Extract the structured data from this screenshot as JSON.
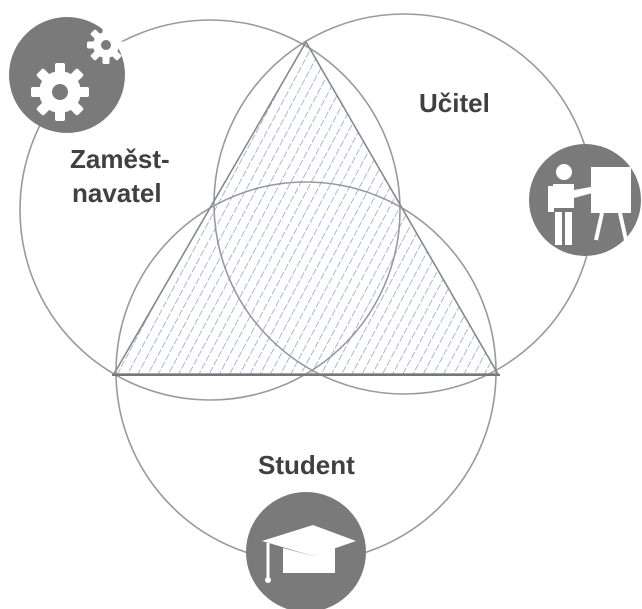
{
  "labels": {
    "employer_line1": "Zaměst-",
    "employer_line2": "navatel",
    "teacher": "Učitel",
    "student": "Student"
  },
  "icons": {
    "employer": "gears-icon",
    "teacher": "teacher-at-board-icon",
    "student": "graduation-cap-icon"
  },
  "colors": {
    "outline": "#9a9a9a",
    "icon_badge": "#7a7a7a",
    "icon_fill": "#ffffff",
    "hatch": "#7f8fd0",
    "label": "#404040"
  }
}
